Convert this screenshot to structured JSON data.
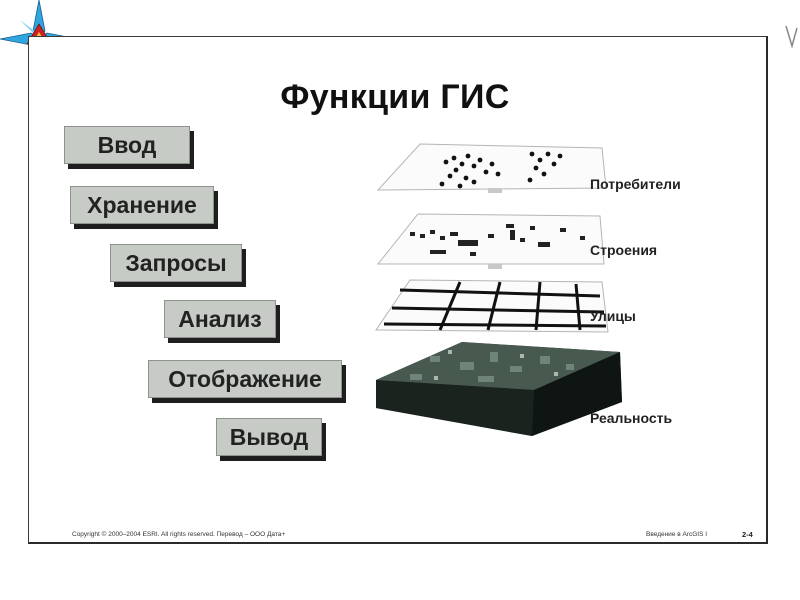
{
  "slide": {
    "title": "Функции ГИС",
    "functions": [
      "Ввод",
      "Хранение",
      "Запросы",
      "Анализ",
      "Отображение",
      "Вывод"
    ],
    "layers": [
      "Потребители",
      "Строения",
      "Улицы",
      "Реальность"
    ],
    "footer": {
      "copyright": "Copyright © 2000–2004 ESRI. All rights reserved. Перевод – ООО Дата+",
      "course": "Введение в ArcGIS I",
      "page": "2-4"
    }
  },
  "colors": {
    "button_fill": "#c6cbc6",
    "button_shadow": "#1e1e1e",
    "compass_blue": "#2fa6e0",
    "compass_red": "#d21f1f"
  }
}
